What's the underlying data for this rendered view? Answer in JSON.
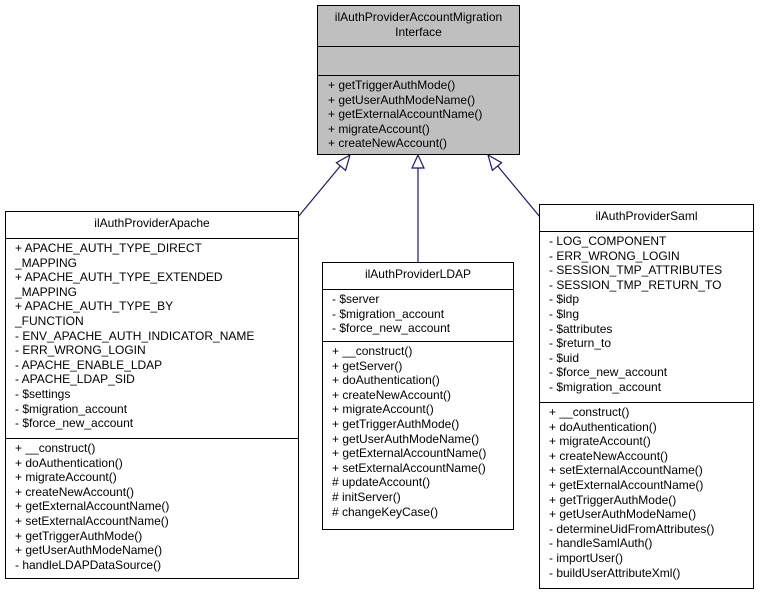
{
  "interface": {
    "title_lines": [
      "ilAuthProviderAccountMigration",
      "Interface"
    ],
    "attributes": [],
    "methods": [
      "+ getTriggerAuthMode()",
      "+ getUserAuthModeName()",
      "+ getExternalAccountName()",
      "+ migrateAccount()",
      "+ createNewAccount()"
    ]
  },
  "apache": {
    "title": "ilAuthProviderApache",
    "attributes": [
      "+ APACHE_AUTH_TYPE_DIRECT",
      "_MAPPING",
      "+ APACHE_AUTH_TYPE_EXTENDED",
      "_MAPPING",
      "+ APACHE_AUTH_TYPE_BY",
      "_FUNCTION",
      "- ENV_APACHE_AUTH_INDICATOR_NAME",
      "- ERR_WRONG_LOGIN",
      "- APACHE_ENABLE_LDAP",
      "- APACHE_LDAP_SID",
      "- $settings",
      "- $migration_account",
      "- $force_new_account"
    ],
    "methods": [
      "+ __construct()",
      "+ doAuthentication()",
      "+ migrateAccount()",
      "+ createNewAccount()",
      "+ getExternalAccountName()",
      "+ setExternalAccountName()",
      "+ getTriggerAuthMode()",
      "+ getUserAuthModeName()",
      "- handleLDAPDataSource()"
    ]
  },
  "ldap": {
    "title": "ilAuthProviderLDAP",
    "attributes": [
      "- $server",
      "- $migration_account",
      "- $force_new_account"
    ],
    "methods": [
      "+ __construct()",
      "+ getServer()",
      "+ doAuthentication()",
      "+ createNewAccount()",
      "+ migrateAccount()",
      "+ getTriggerAuthMode()",
      "+ getUserAuthModeName()",
      "+ getExternalAccountName()",
      "+ setExternalAccountName()",
      "# updateAccount()",
      "# initServer()",
      "# changeKeyCase()"
    ]
  },
  "saml": {
    "title": "ilAuthProviderSaml",
    "attributes": [
      "- LOG_COMPONENT",
      "- ERR_WRONG_LOGIN",
      "- SESSION_TMP_ATTRIBUTES",
      "- SESSION_TMP_RETURN_TO",
      "- $idp",
      "- $lng",
      "- $attributes",
      "- $return_to",
      "- $uid",
      "- $force_new_account",
      "- $migration_account"
    ],
    "methods": [
      "+ __construct()",
      "+ doAuthentication()",
      "+ migrateAccount()",
      "+ createNewAccount()",
      "+ setExternalAccountName()",
      "+ getExternalAccountName()",
      "+ getTriggerAuthMode()",
      "+ getUserAuthModeName()",
      "- determineUidFromAttributes()",
      "- handleSamlAuth()",
      "- importUser()",
      "- buildUserAttributeXml()"
    ]
  },
  "colors": {
    "edge": "#191970",
    "interface_fill": "#bfbfbf",
    "class_fill": "#ffffff"
  }
}
